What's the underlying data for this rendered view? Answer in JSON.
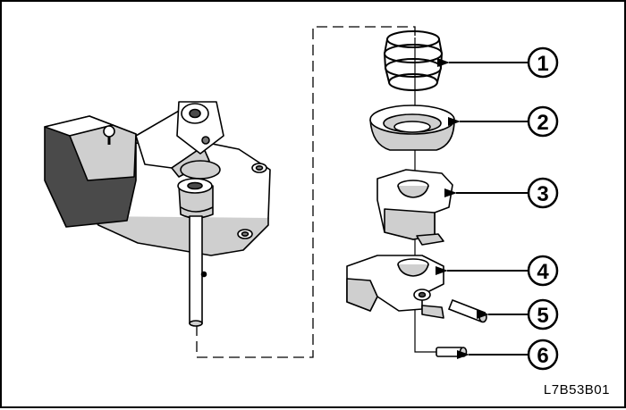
{
  "figure": {
    "code": "L7B53B01",
    "colors": {
      "line": "#000000",
      "shade": "#cfcfcf",
      "dark": "#4a4a4a",
      "background": "#ffffff"
    }
  },
  "parts": [
    {
      "number": "1",
      "depicts": "spring"
    },
    {
      "number": "2",
      "depicts": "spring-seat"
    },
    {
      "number": "3",
      "depicts": "upper-bracket"
    },
    {
      "number": "4",
      "depicts": "lower-lever"
    },
    {
      "number": "5",
      "depicts": "pin"
    },
    {
      "number": "6",
      "depicts": "roll-pin"
    }
  ]
}
